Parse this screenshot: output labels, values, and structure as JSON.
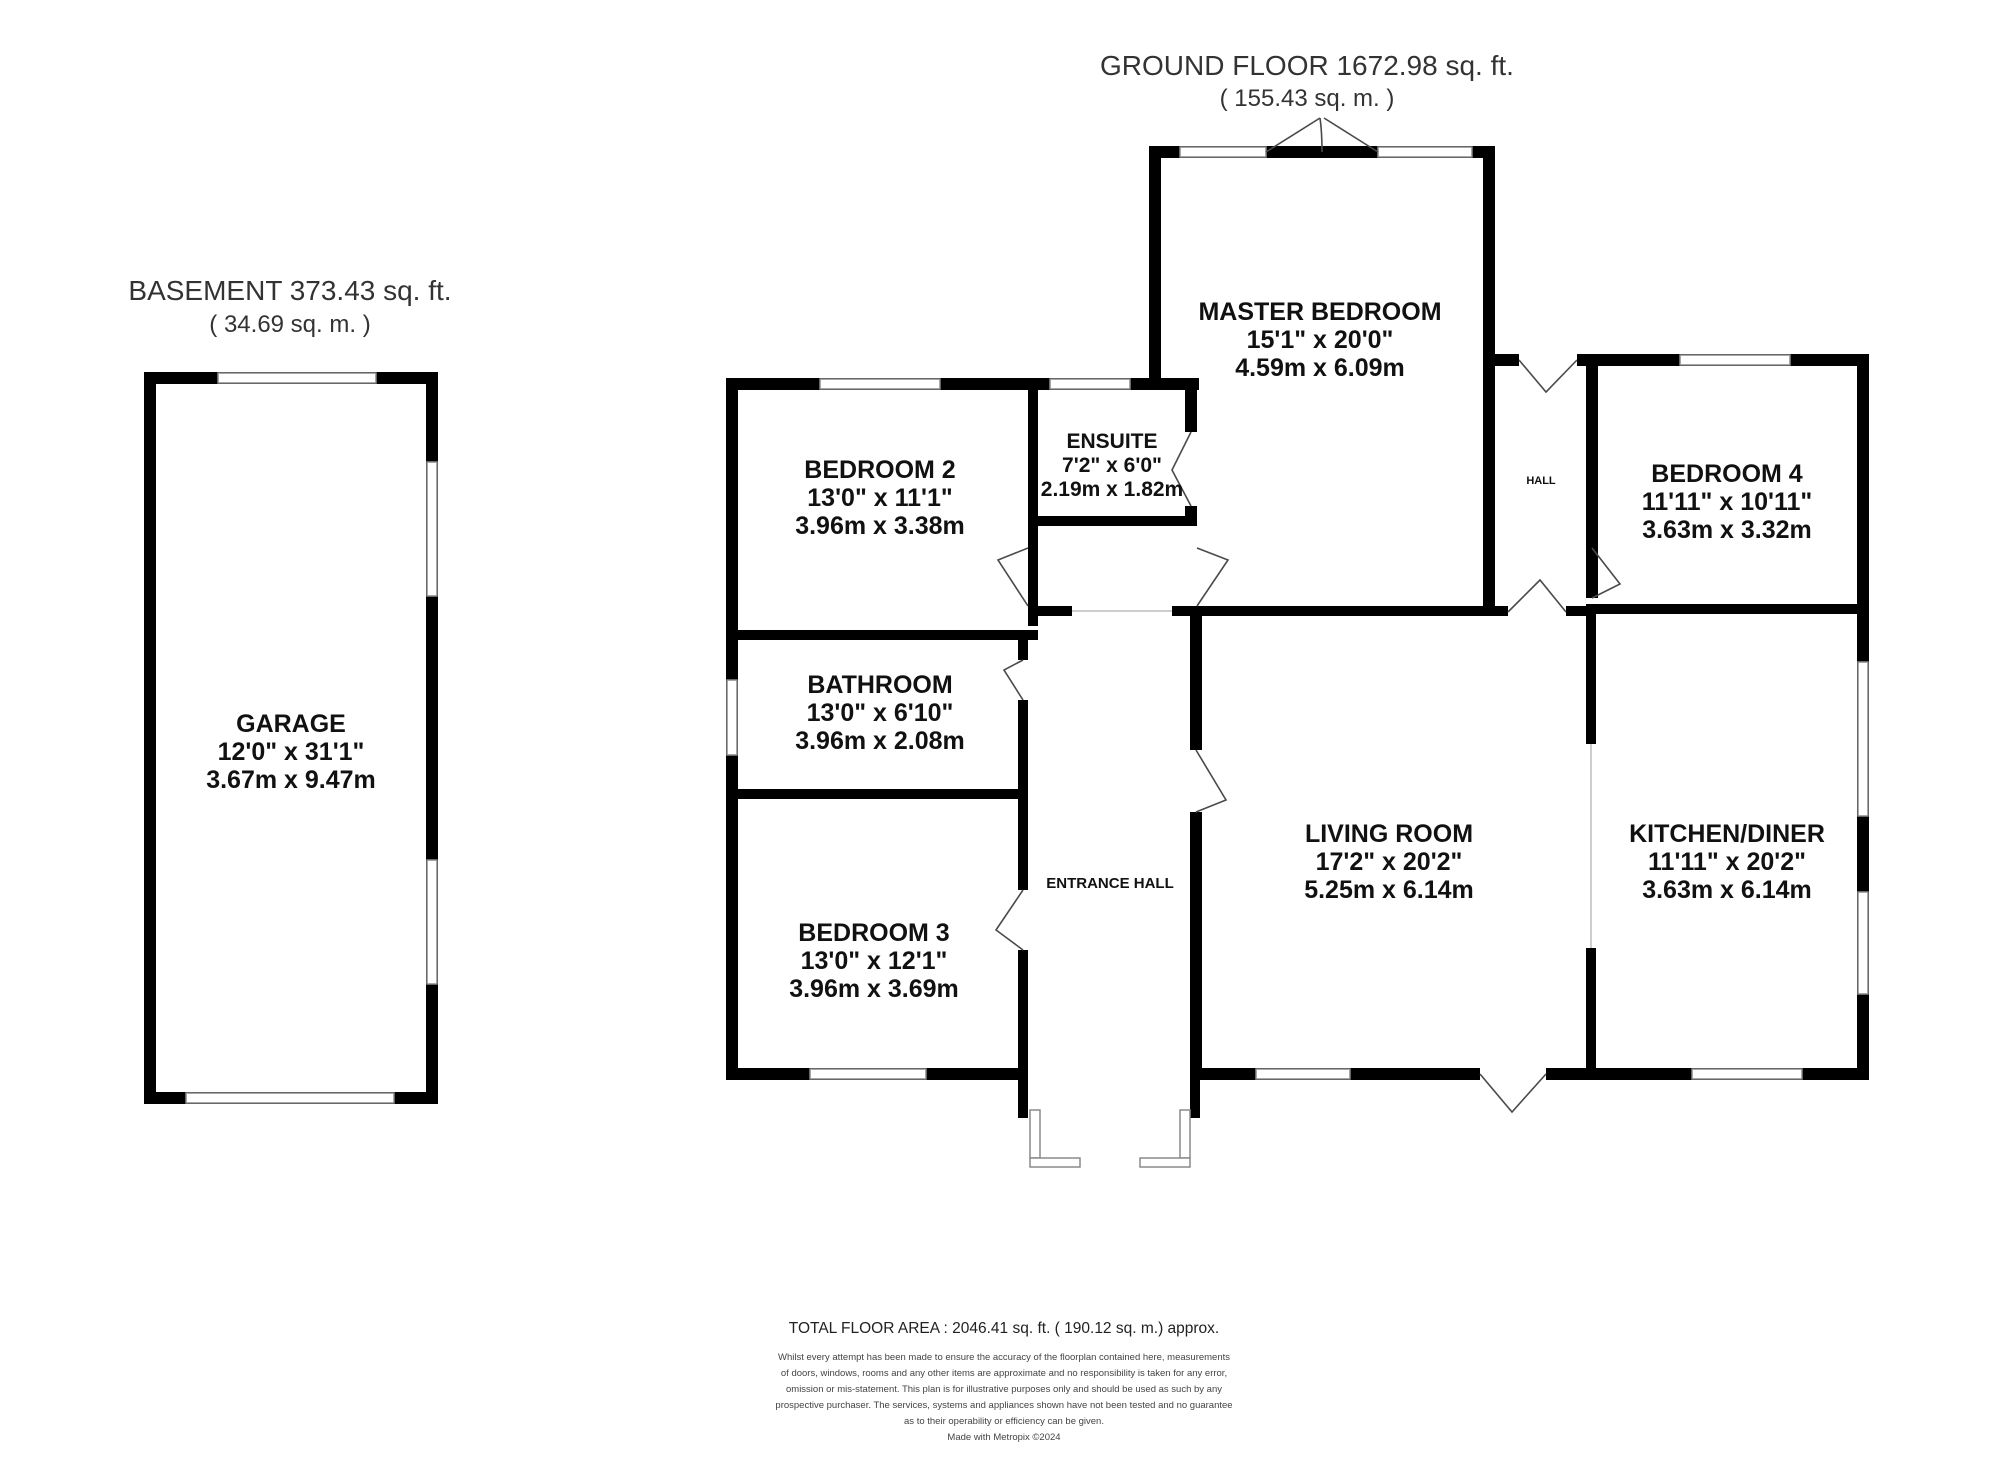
{
  "floors": {
    "basement": {
      "title": "BASEMENT 373.43 sq. ft.",
      "subtitle": "( 34.69 sq. m. )"
    },
    "ground": {
      "title": "GROUND FLOOR 1672.98 sq. ft.",
      "subtitle": "( 155.43 sq. m. )"
    }
  },
  "rooms": {
    "garage": {
      "name": "GARAGE",
      "imperial": "12'0\" x 31'1\"",
      "metric": "3.67m x 9.47m"
    },
    "master_bedroom": {
      "name": "MASTER BEDROOM",
      "imperial": "15'1\" x 20'0\"",
      "metric": "4.59m x 6.09m"
    },
    "ensuite": {
      "name": "ENSUITE",
      "imperial": "7'2\" x 6'0\"",
      "metric": "2.19m x 1.82m"
    },
    "bedroom2": {
      "name": "BEDROOM 2",
      "imperial": "13'0\" x 11'1\"",
      "metric": "3.96m x 3.38m"
    },
    "bathroom": {
      "name": "BATHROOM",
      "imperial": "13'0\" x 6'10\"",
      "metric": "3.96m x 2.08m"
    },
    "bedroom3": {
      "name": "BEDROOM 3",
      "imperial": "13'0\" x 12'1\"",
      "metric": "3.96m x 3.69m"
    },
    "bedroom4": {
      "name": "BEDROOM 4",
      "imperial": "11'11\" x 10'11\"",
      "metric": "3.63m x 3.32m"
    },
    "living_room": {
      "name": "LIVING ROOM",
      "imperial": "17'2\" x 20'2\"",
      "metric": "5.25m x 6.14m"
    },
    "kitchen_diner": {
      "name": "KITCHEN/DINER",
      "imperial": "11'11\" x 20'2\"",
      "metric": "3.63m x 6.14m"
    },
    "entrance_hall": {
      "name": "ENTRANCE HALL"
    },
    "hall": {
      "name": "HALL"
    }
  },
  "footer": {
    "total_area": "TOTAL FLOOR AREA : 2046.41 sq. ft. ( 190.12 sq. m.) approx.",
    "disclaimer": [
      "Whilst every attempt has been made to ensure the accuracy of the floorplan contained here, measurements",
      "of doors, windows, rooms and any other items are approximate and no responsibility is taken for any error,",
      "omission or mis-statement. This plan is for illustrative purposes only and should be used as such by any",
      "prospective purchaser. The services, systems and appliances shown have not been tested and no guarantee",
      "as to their operability or efficiency can be given."
    ],
    "credit": "Made with Metropix ©2024"
  }
}
